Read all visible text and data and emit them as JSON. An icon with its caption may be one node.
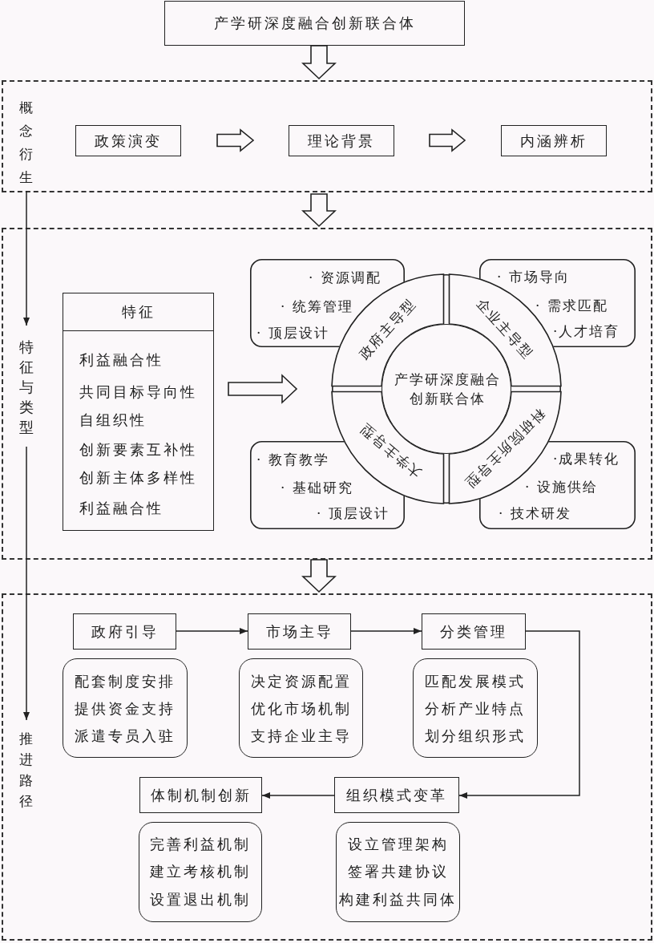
{
  "diagram": {
    "nodes": [
      {
        "text": [
          "产学研深度融合创新联合体"
        ]
      },
      {
        "text": [],
        "shape": "box"
      },
      {
        "text": [
          "概念衍生"
        ],
        "in": 1
      },
      {
        "text": [
          "政策演变"
        ],
        "in": 1
      },
      {
        "text": [
          "理论背景"
        ],
        "in": 1
      },
      {
        "text": [
          "内涵辨析"
        ],
        "in": 1
      },
      {
        "text": [],
        "shape": "box"
      },
      {
        "text": [
          "特征与类型"
        ],
        "in": 6
      },
      {
        "text": [
          "特征",
          "利益融合性",
          "共同目标导向性",
          "自组织性",
          "创新要素互补性",
          "创新主体多样性",
          "利益融合性"
        ],
        "in": 6
      },
      {
        "text": [
          "· 资源调配",
          "· 统筹管理",
          "· 顶层设计"
        ],
        "in": 6
      },
      {
        "text": [
          "· 市场导向",
          "· 需求匹配",
          "·人才培育"
        ],
        "in": 6
      },
      {
        "text": [],
        "shape": "circle",
        "in": 6
      },
      {
        "text": [
          "政府主导型"
        ],
        "in": 11
      },
      {
        "text": [
          "企业主导型"
        ],
        "in": 11
      },
      {
        "text": [
          "产学研深度融合创新联合体"
        ],
        "in": 11
      },
      {
        "text": [
          "大学主导型"
        ],
        "in": 11
      },
      {
        "text": [
          "科研院所主导型"
        ],
        "in": 11
      },
      {
        "text": [
          "· 教育教学",
          "· 基础研究",
          "· 顶层设计"
        ],
        "in": 6
      },
      {
        "text": [
          "·成果转化",
          "· 设施供给",
          "· 技术研发"
        ],
        "in": 6
      },
      {
        "text": [],
        "shape": "box"
      },
      {
        "text": [
          "推进路径"
        ],
        "in": 19
      },
      {
        "text": [
          "政府引导"
        ],
        "in": 19
      },
      {
        "text": [
          "配套制度安排",
          "提供资金支持",
          "派遣专员入驻"
        ],
        "in": 19
      },
      {
        "text": [
          "市场主导"
        ],
        "in": 19
      },
      {
        "text": [
          "决定资源配置",
          "优化市场机制",
          "支持企业主导"
        ],
        "in": 19
      },
      {
        "text": [
          "分类管理"
        ],
        "in": 19
      },
      {
        "text": [
          "匹配发展模式",
          "分析产业特点",
          "划分组织形式"
        ],
        "in": 19
      },
      {
        "text": [
          "体制机制创新"
        ],
        "in": 19
      },
      {
        "text": [
          "完善利益机制",
          "建立考核机制",
          "设置退出机制"
        ],
        "in": 19
      },
      {
        "text": [
          "组织模式变革"
        ],
        "in": 19
      },
      {
        "text": [
          "设立管理架构",
          "签署共建协议",
          "构建利益共同体"
        ],
        "in": 19
      }
    ],
    "edges": [
      {
        "from": 0,
        "to": 1,
        "arrow": "to",
        "style": "thick"
      },
      {
        "from": 1,
        "to": 6,
        "arrow": "to",
        "style": "thick"
      },
      {
        "from": 6,
        "to": 19,
        "arrow": "to",
        "style": "thick"
      },
      {
        "from": 3,
        "to": 4,
        "arrow": "to",
        "style": "thick"
      },
      {
        "from": 4,
        "to": 5,
        "arrow": "to",
        "style": "thick"
      },
      {
        "from": 8,
        "to": 11,
        "arrow": "to",
        "style": "thick"
      },
      {
        "from": 2,
        "to": 7,
        "arrow": "to"
      },
      {
        "from": 7,
        "to": 20,
        "arrow": "to"
      },
      {
        "from": 21,
        "to": 23,
        "arrow": "to"
      },
      {
        "from": 23,
        "to": 25,
        "arrow": "to"
      },
      {
        "from": 25,
        "to": 29,
        "arrow": "to"
      },
      {
        "from": 29,
        "to": 27,
        "arrow": "to"
      }
    ]
  }
}
